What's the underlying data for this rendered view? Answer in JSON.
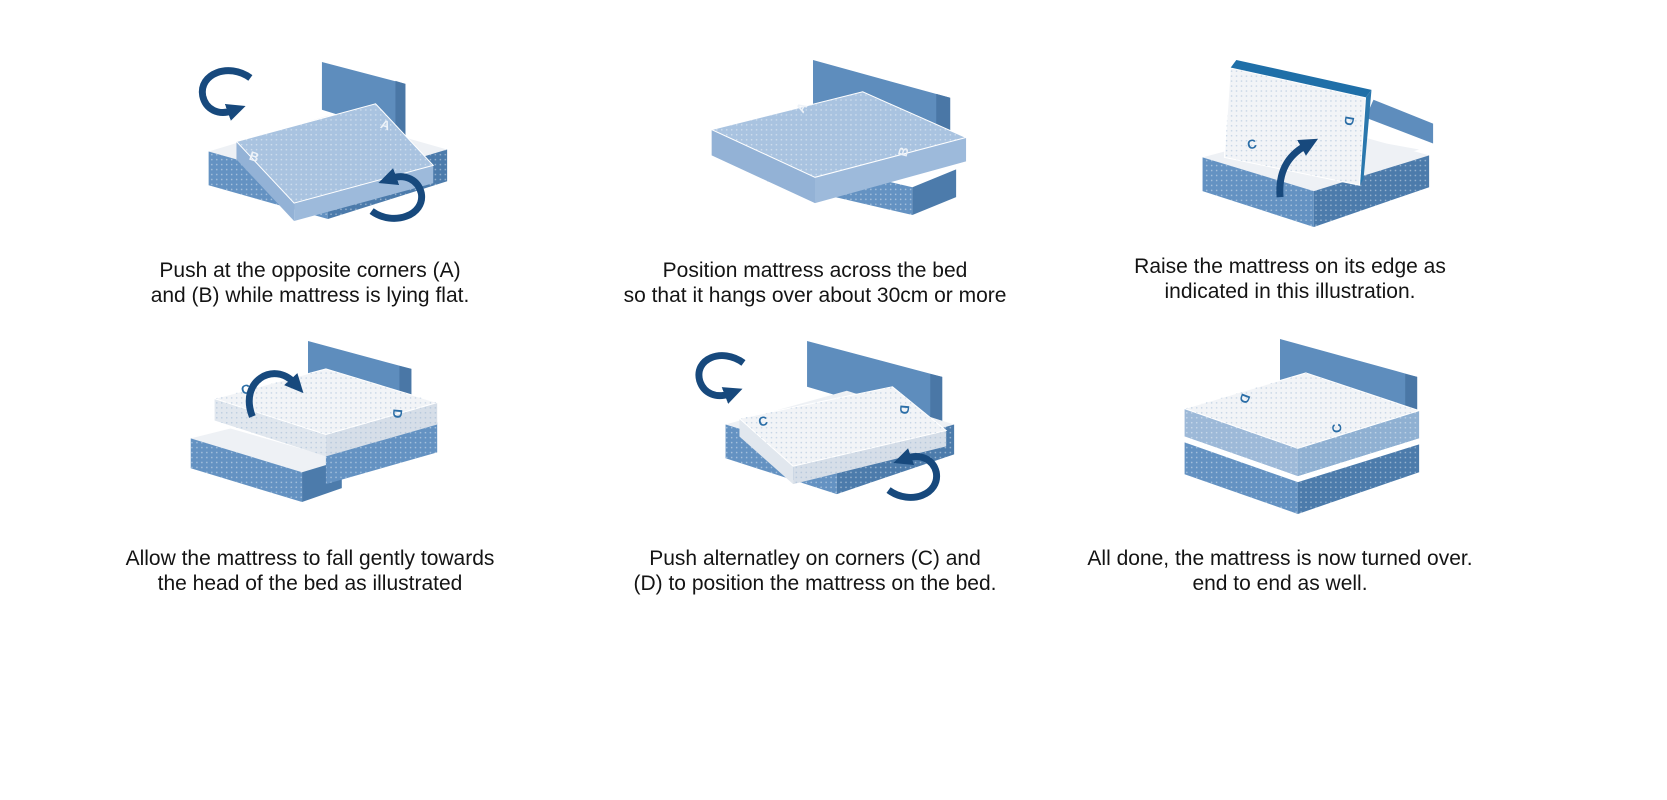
{
  "figure": {
    "background": "#ffffff",
    "grid": "2 rows x 3 columns of illustrated steps"
  },
  "palette": {
    "bed_blue": "#6492c2",
    "bed_blue_dark": "#4c7bab",
    "headboard_blue": "#5e8dbd",
    "mattress_light_blue": "#a9c3e0",
    "mattress_white": "#f2f4f7",
    "edge_blue": "#1f6fa8",
    "arrow_navy": "#17497d",
    "caption_text": "#141414"
  },
  "steps": [
    {
      "corner_labels": [
        "A",
        "B"
      ],
      "caption_line1": "Push at the opposite corners (A)",
      "caption_line2": "and (B) while mattress is lying flat."
    },
    {
      "corner_labels": [
        "A",
        "B"
      ],
      "caption_line1": "Position mattress across the bed",
      "caption_line2": "so that it hangs over about 30cm or more"
    },
    {
      "corner_labels": [
        "C",
        "D"
      ],
      "caption_line1": "Raise the mattress on its edge as",
      "caption_line2": "indicated in this illustration."
    },
    {
      "corner_labels": [
        "C",
        "D"
      ],
      "caption_line1": "Allow the mattress to fall gently towards",
      "caption_line2": "the head of the bed as illustrated"
    },
    {
      "corner_labels": [
        "C",
        "D"
      ],
      "caption_line1": "Push alternatley on corners (C) and",
      "caption_line2": "(D) to position the mattress on the bed."
    },
    {
      "corner_labels": [
        "D",
        "C"
      ],
      "caption_line1": "All done, the mattress is now turned over.",
      "caption_line2": "end to end as well."
    }
  ]
}
